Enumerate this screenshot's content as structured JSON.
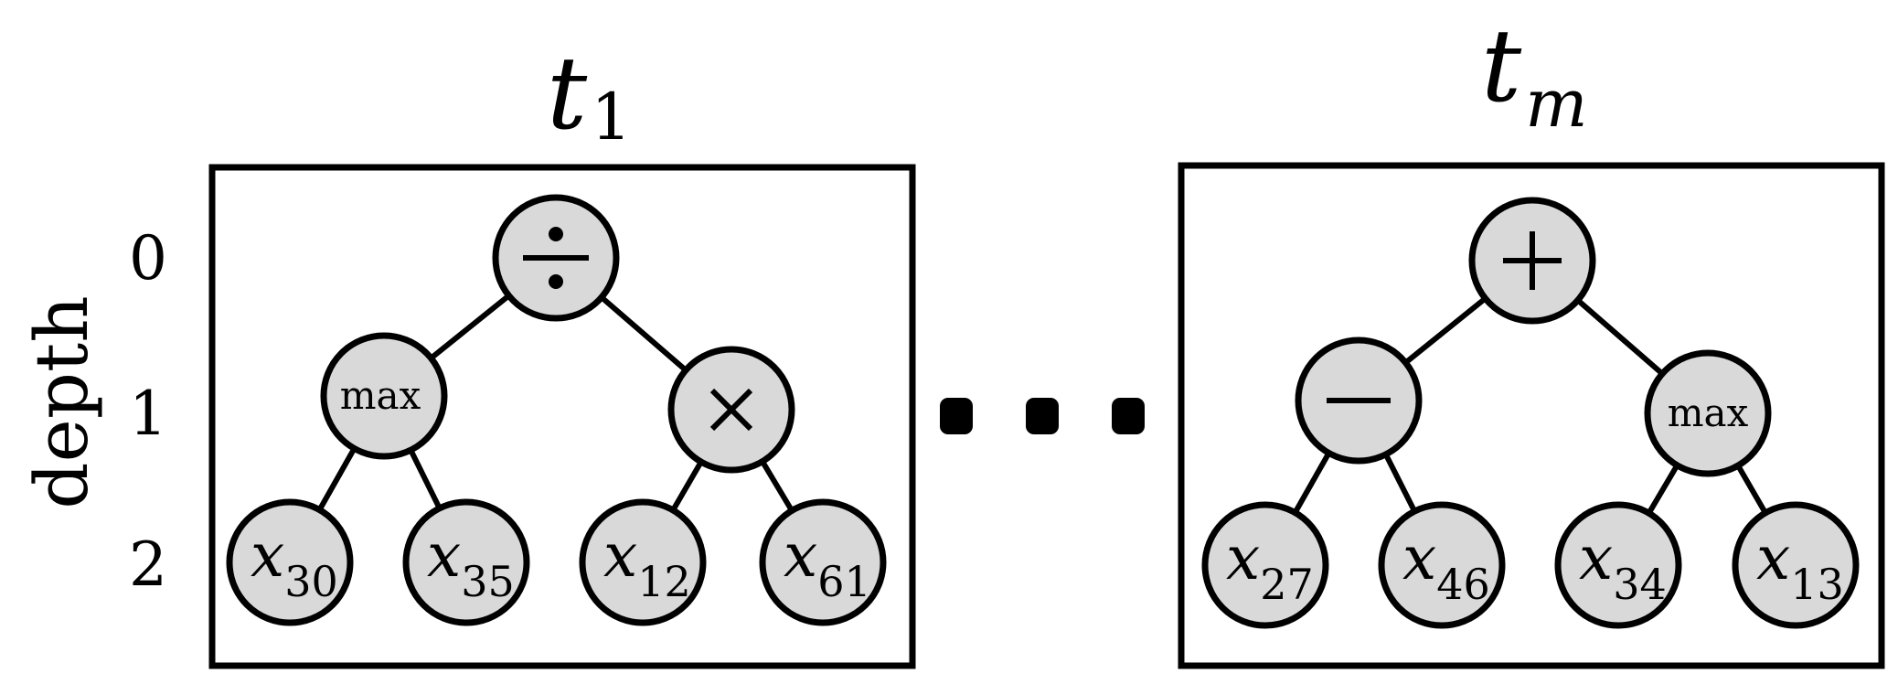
{
  "axis": {
    "label": "depth",
    "levels": [
      "0",
      "1",
      "2"
    ]
  },
  "trees": [
    {
      "title_base": "t",
      "title_sub": "1",
      "root": {
        "op": "divide-icon"
      },
      "left": {
        "label": "max"
      },
      "right": {
        "op": "times-icon"
      },
      "leaves": [
        {
          "base": "x",
          "sub": "30"
        },
        {
          "base": "x",
          "sub": "35"
        },
        {
          "base": "x",
          "sub": "12"
        },
        {
          "base": "x",
          "sub": "61"
        }
      ]
    },
    {
      "title_base": "t",
      "title_sub": "m",
      "root": {
        "op": "plus-icon"
      },
      "left": {
        "op": "minus-icon"
      },
      "right": {
        "label": "max"
      },
      "leaves": [
        {
          "base": "x",
          "sub": "27"
        },
        {
          "base": "x",
          "sub": "46"
        },
        {
          "base": "x",
          "sub": "34"
        },
        {
          "base": "x",
          "sub": "13"
        }
      ]
    }
  ],
  "colors": {
    "node_fill": "#d9d9d9",
    "stroke": "#000000"
  }
}
